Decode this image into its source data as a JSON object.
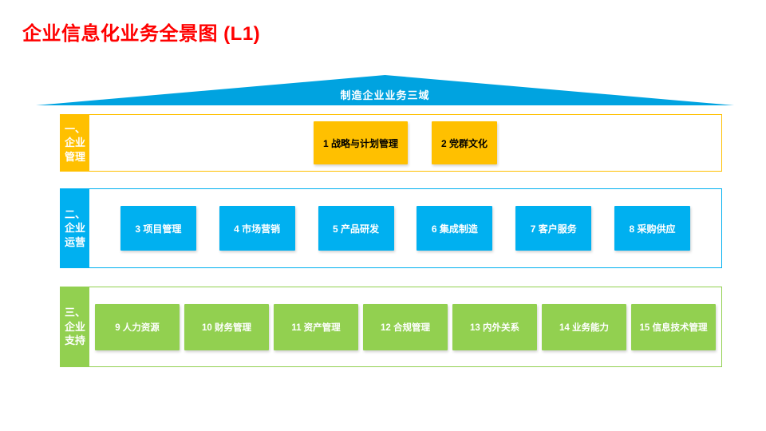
{
  "page": {
    "title": "企业信息化业务全景图 (L1)",
    "title_color": "#FF0000"
  },
  "roof": {
    "label": "制造企业业务三域",
    "color": "#00A3E0"
  },
  "sections": [
    {
      "id": "enterprise-management",
      "label": "一、企业管理",
      "accent": "#FFC000",
      "items": [
        "1 战略与计划管理",
        "2 党群文化"
      ]
    },
    {
      "id": "enterprise-operations",
      "label": "二、企业运营",
      "accent": "#00B0F0",
      "items": [
        "3 项目管理",
        "4 市场营销",
        "5 产品研发",
        "6 集成制造",
        "7 客户服务",
        "8 采购供应"
      ]
    },
    {
      "id": "enterprise-support",
      "label": "三、企业支持",
      "accent": "#92D050",
      "items": [
        "9 人力资源",
        "10 财务管理",
        "11 资产管理",
        "12 合规管理",
        "13 内外关系",
        "14 业务能力",
        "15 信息技术管理"
      ]
    }
  ]
}
